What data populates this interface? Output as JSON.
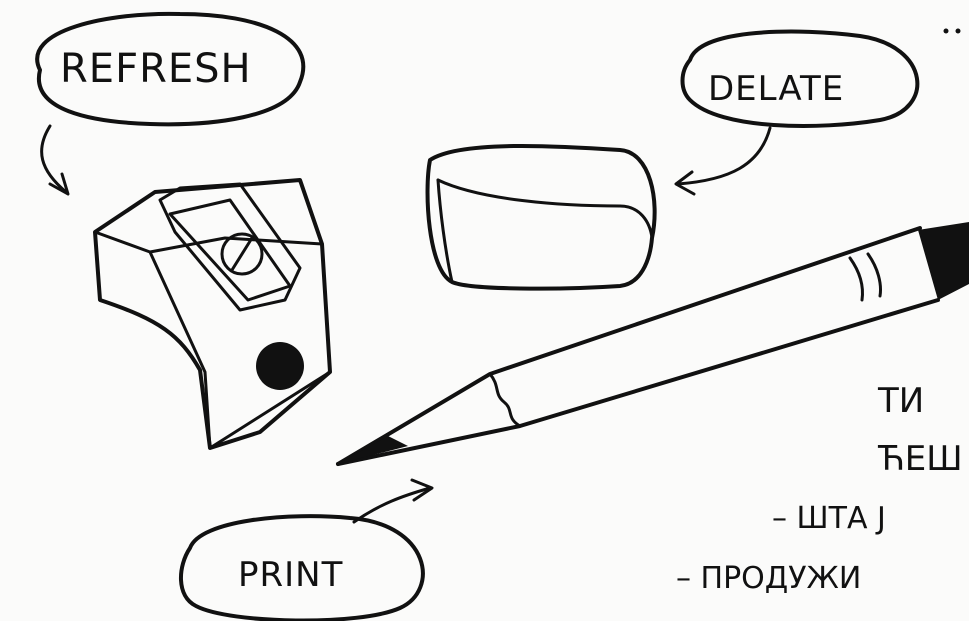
{
  "labels": {
    "refresh": "REFRESH",
    "delate": "DELATE",
    "print": "PRINT"
  },
  "notes": {
    "line1": "ТИ",
    "line2": "ЋЕШ",
    "line3": "– ШТА Ј",
    "line4": "– ПРОДУЖИ",
    "line5": "..."
  },
  "icons": [
    "sharpener",
    "eraser",
    "pencil"
  ]
}
